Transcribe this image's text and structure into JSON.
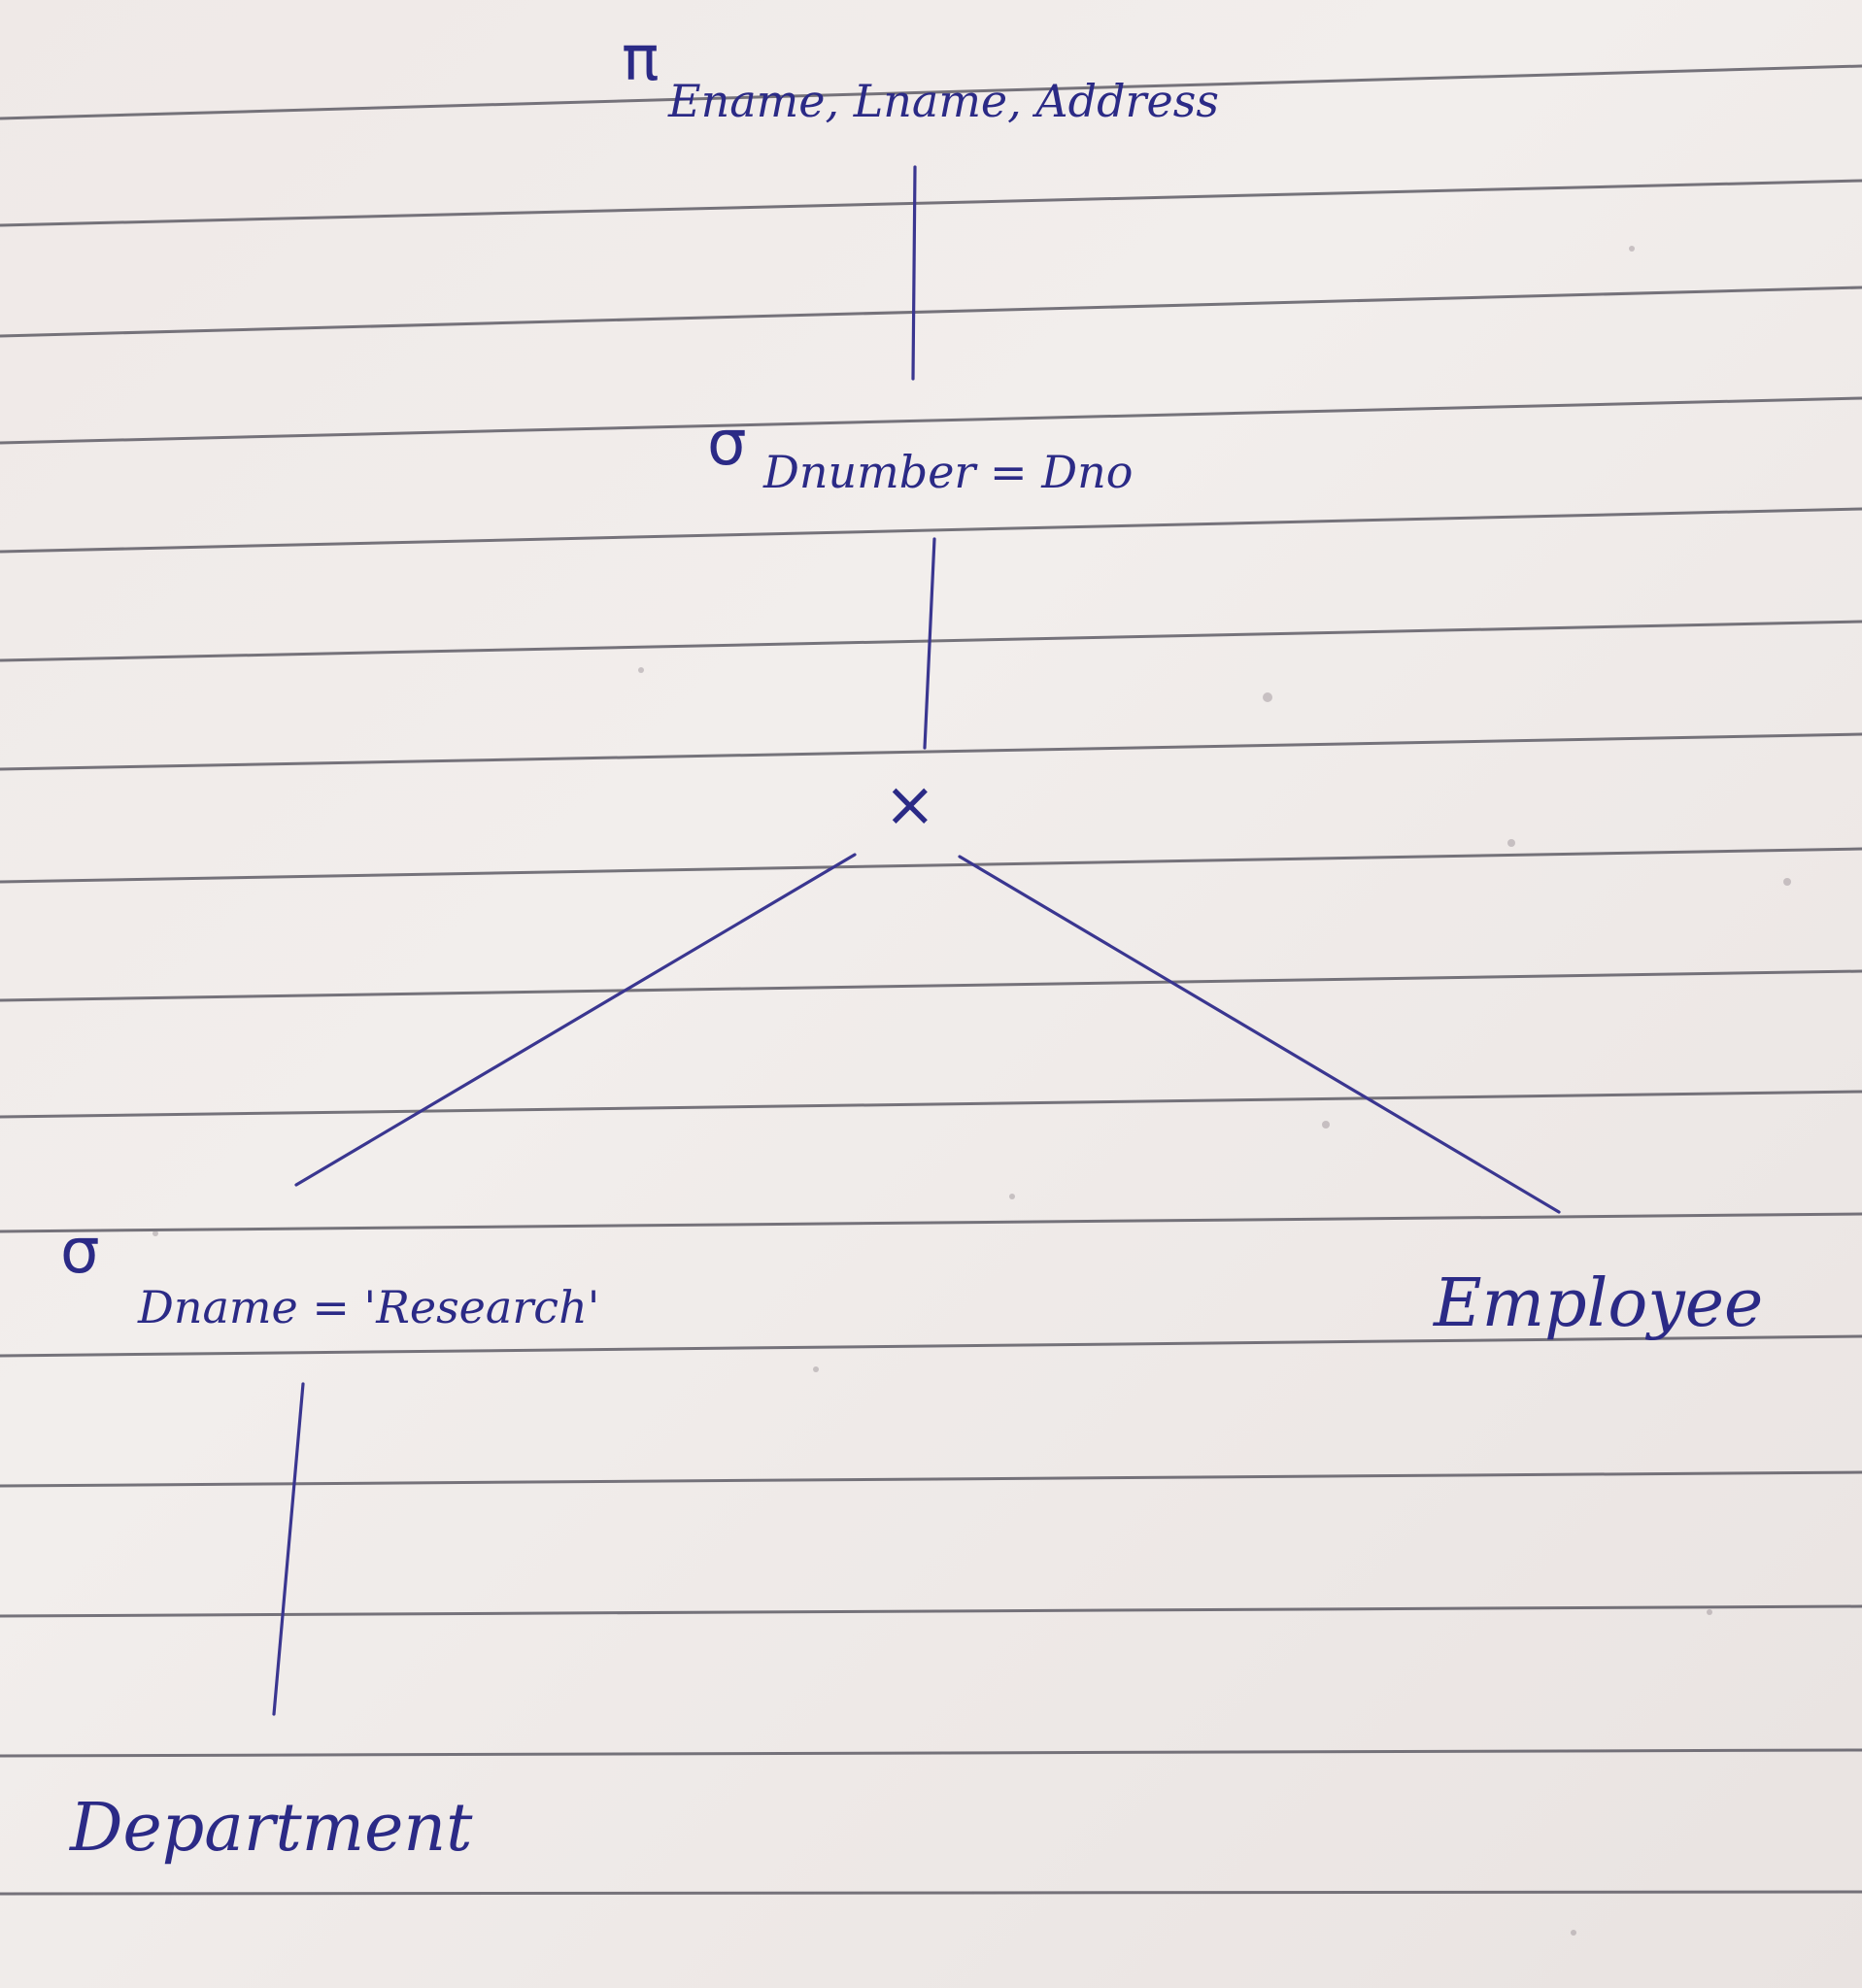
{
  "diagram": {
    "nodes": {
      "projection": {
        "symbol": "π",
        "subscript": "Ename, Lname, Address"
      },
      "select_join": {
        "symbol": "σ",
        "subscript": "Dnumber = Dno"
      },
      "cross_product": {
        "symbol": "×"
      },
      "select_dept": {
        "symbol": "σ",
        "subscript": "Dname = 'Research'"
      },
      "relation_employee": {
        "label": "Employee"
      },
      "relation_department": {
        "label": "Department"
      }
    },
    "edges": [
      {
        "from": "projection",
        "to": "select_join"
      },
      {
        "from": "select_join",
        "to": "cross_product"
      },
      {
        "from": "cross_product",
        "to": "select_dept"
      },
      {
        "from": "cross_product",
        "to": "relation_employee"
      },
      {
        "from": "select_dept",
        "to": "relation_department"
      }
    ],
    "ink_color": "#2b2a86",
    "paper_color": "#ece6e4",
    "rule_color": "#4c4a55"
  }
}
